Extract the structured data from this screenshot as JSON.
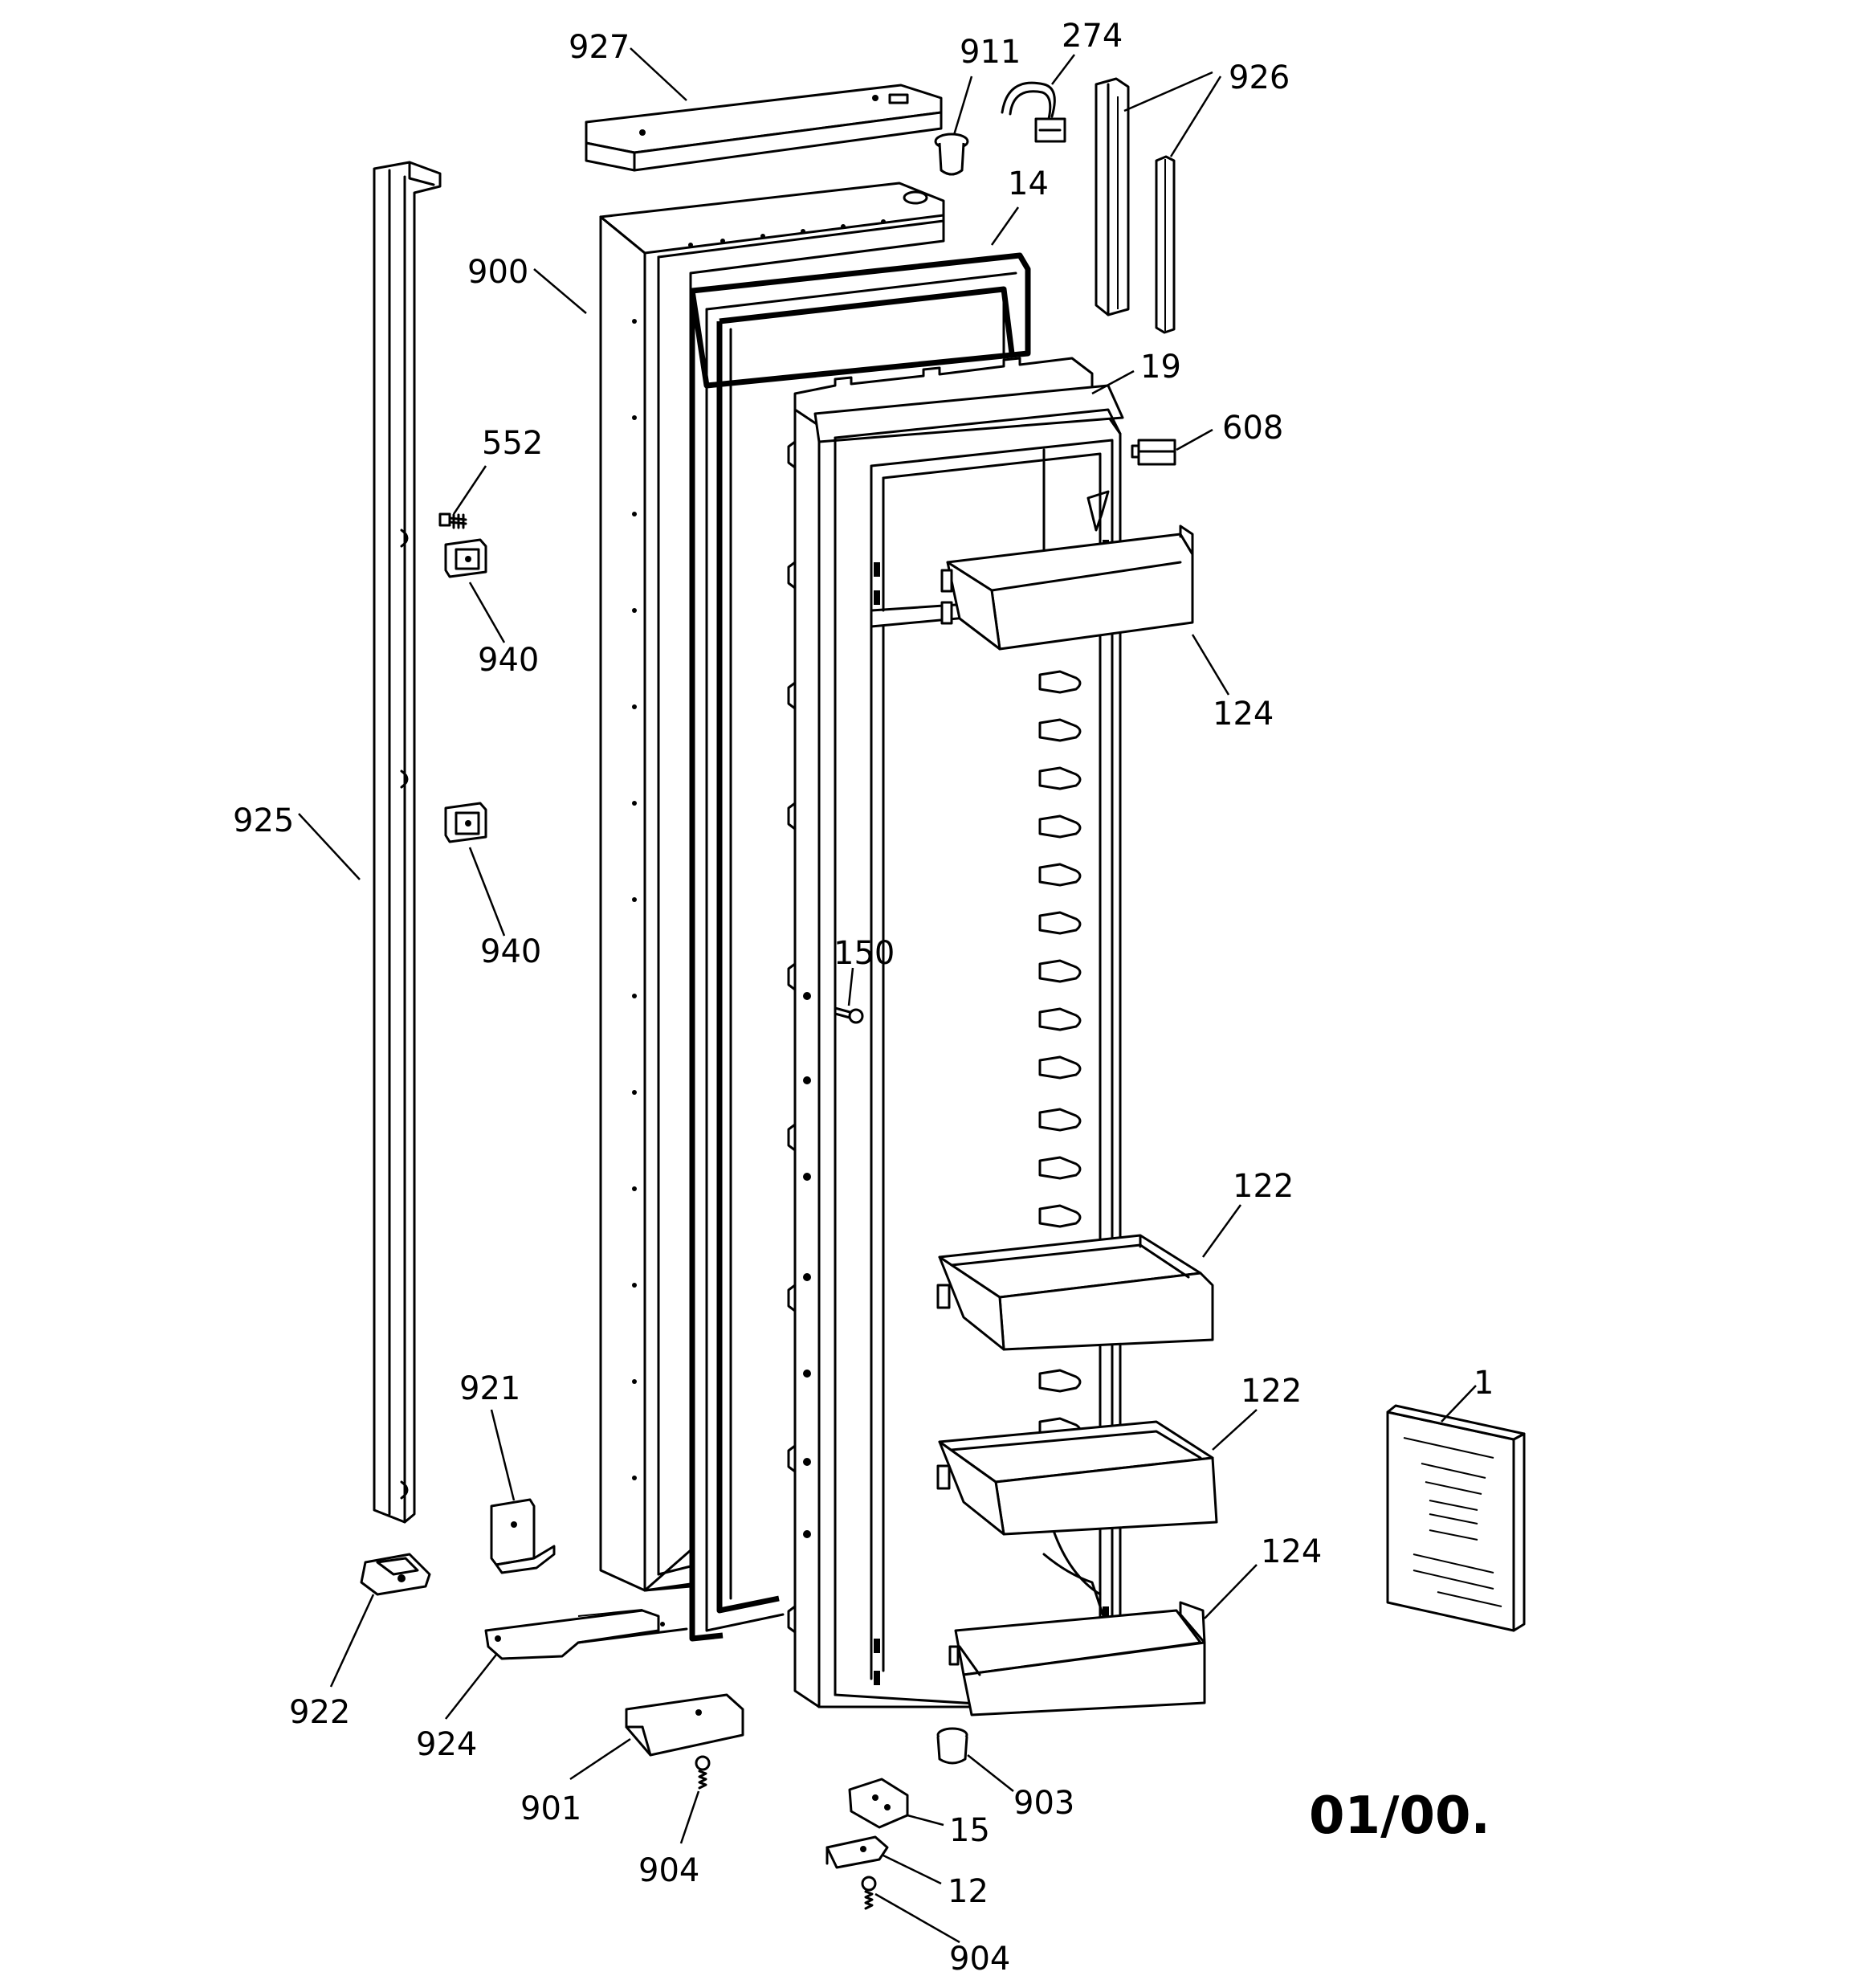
{
  "labels": {
    "927": "927",
    "911": "911",
    "274": "274",
    "926": "926",
    "900": "900",
    "14": "14",
    "19": "19",
    "608": "608",
    "552": "552",
    "940a": "940",
    "940b": "940",
    "124a": "124",
    "925": "925",
    "150": "150",
    "122a": "122",
    "122b": "122",
    "921": "921",
    "1": "1",
    "124b": "124",
    "922": "922",
    "924": "924",
    "901": "901",
    "903": "903",
    "904a": "904",
    "15": "15",
    "12": "12",
    "904b": "904"
  },
  "date_code": "01/00."
}
